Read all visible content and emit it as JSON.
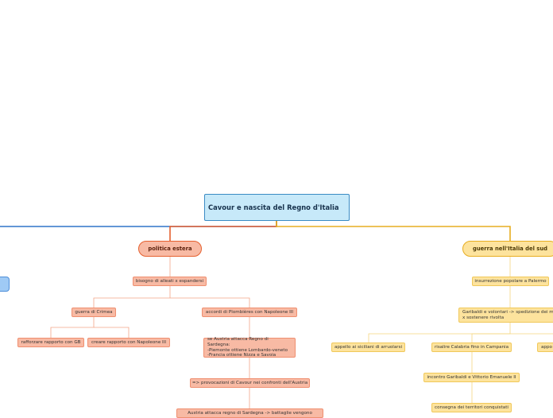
{
  "root": {
    "title": "Cavour e nascita del Regno d'Italia"
  },
  "branches": {
    "politica_estera": {
      "label": "politica estera",
      "bisogno": "bisogno di alleati x espandersi",
      "guerra_crimea": "guerra di Crimea",
      "rafforzare": "rafforzare rapporto con GB",
      "creare": "creare rapporto con Napoleone III",
      "accordi": "accordi di Plombières con Napoleone III",
      "se_austria": "se Austria attacca Regno di Sardegna:\n-Piemonte ottiene Lombardo-veneto\n-Francia ottiene Nizza e Savoia",
      "provocazioni": "=> provocazioni di Cavour nei confronti dell'Austria",
      "austria_attacca": "Austria attacca regno di Sardegna -> battaglie vengono"
    },
    "guerra_sud": {
      "label": "guerra nell'Italia del sud",
      "insurrezione": "insurrezione popolare a Palermo",
      "garibaldi": "Garibaldi e volontari -> spedizione dei mi\nx sostenere rivolta",
      "appello": "appello ai siciliani di arruolarsi",
      "risalire": "risalire Calabria fino in Campania",
      "appo": "appo",
      "incontro": "incontro Garibaldi e Vittorio Emanuele II",
      "consegna": "consegna dei territori conquistati"
    },
    "left_stub": {
      "label": ""
    }
  },
  "colors": {
    "root_fill": "#c7e9f9",
    "root_border": "#3a8bc4",
    "orange_branch": "#e5602f",
    "orange_fill": "#f8baa4",
    "yellow_branch": "#e7ad20",
    "yellow_fill": "#fde39d",
    "blue_branch": "#2f74c8"
  }
}
